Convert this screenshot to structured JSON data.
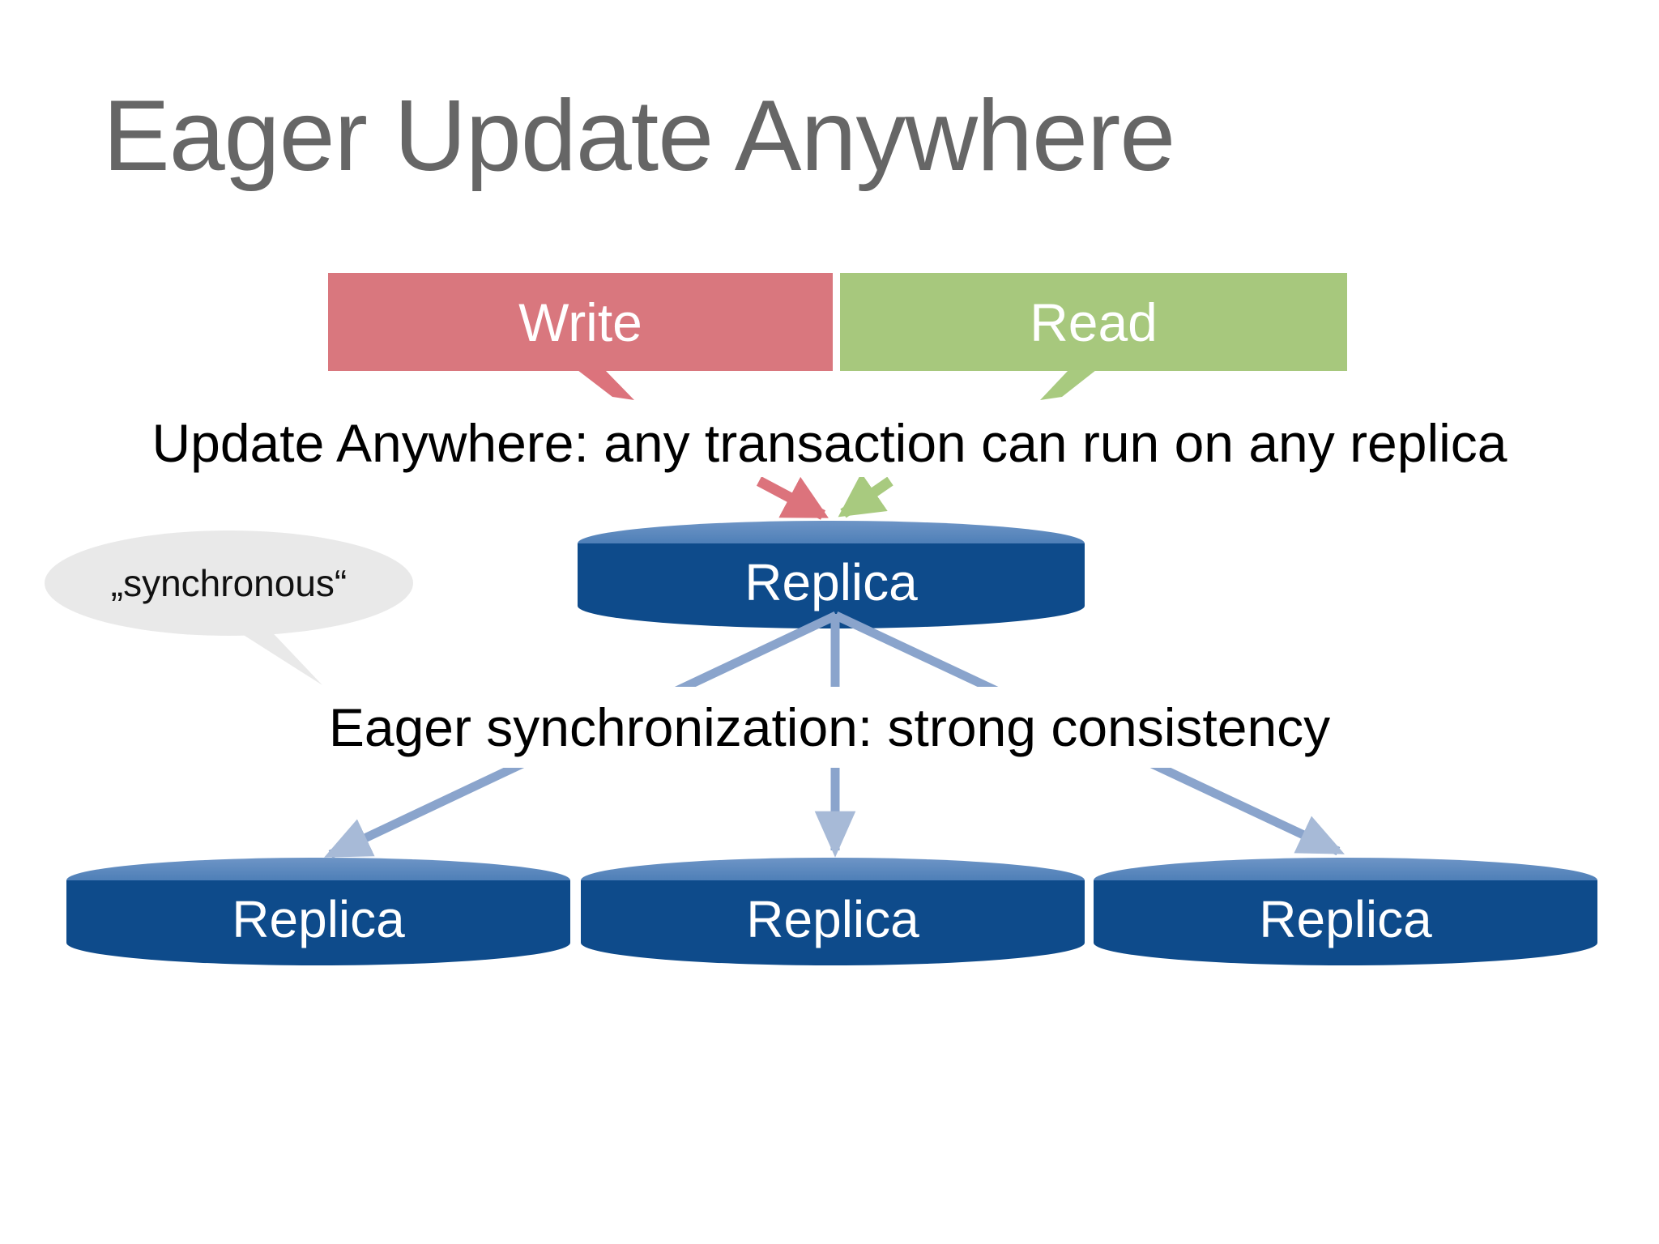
{
  "title": {
    "text": "Eager Update Anywhere",
    "color": "#666666"
  },
  "operations": {
    "write": {
      "label": "Write",
      "color": "#D9777E"
    },
    "read": {
      "label": "Read",
      "color": "#A7C87D"
    }
  },
  "captions": {
    "update_anywhere": "Update Anywhere: any transaction can run on any replica",
    "eager_sync": "Eager synchronization: strong consistency"
  },
  "bubble": {
    "text": "„synchronous“",
    "fill": "#E9E9E9"
  },
  "master_replica": {
    "label": "Replica"
  },
  "replicas": [
    {
      "label": "Replica"
    },
    {
      "label": "Replica"
    },
    {
      "label": "Replica"
    }
  ],
  "palette": {
    "cylinder_body": "#0E4B8B",
    "cylinder_top": "#4B7DB6",
    "sync_arrow_shaft": "#8AA4CC",
    "sync_arrow_head": "#A7BAD7",
    "write_arrow": "#DC737C",
    "read_arrow": "#A8CA7F",
    "title_color": "#666666",
    "text_color": "#000000"
  }
}
